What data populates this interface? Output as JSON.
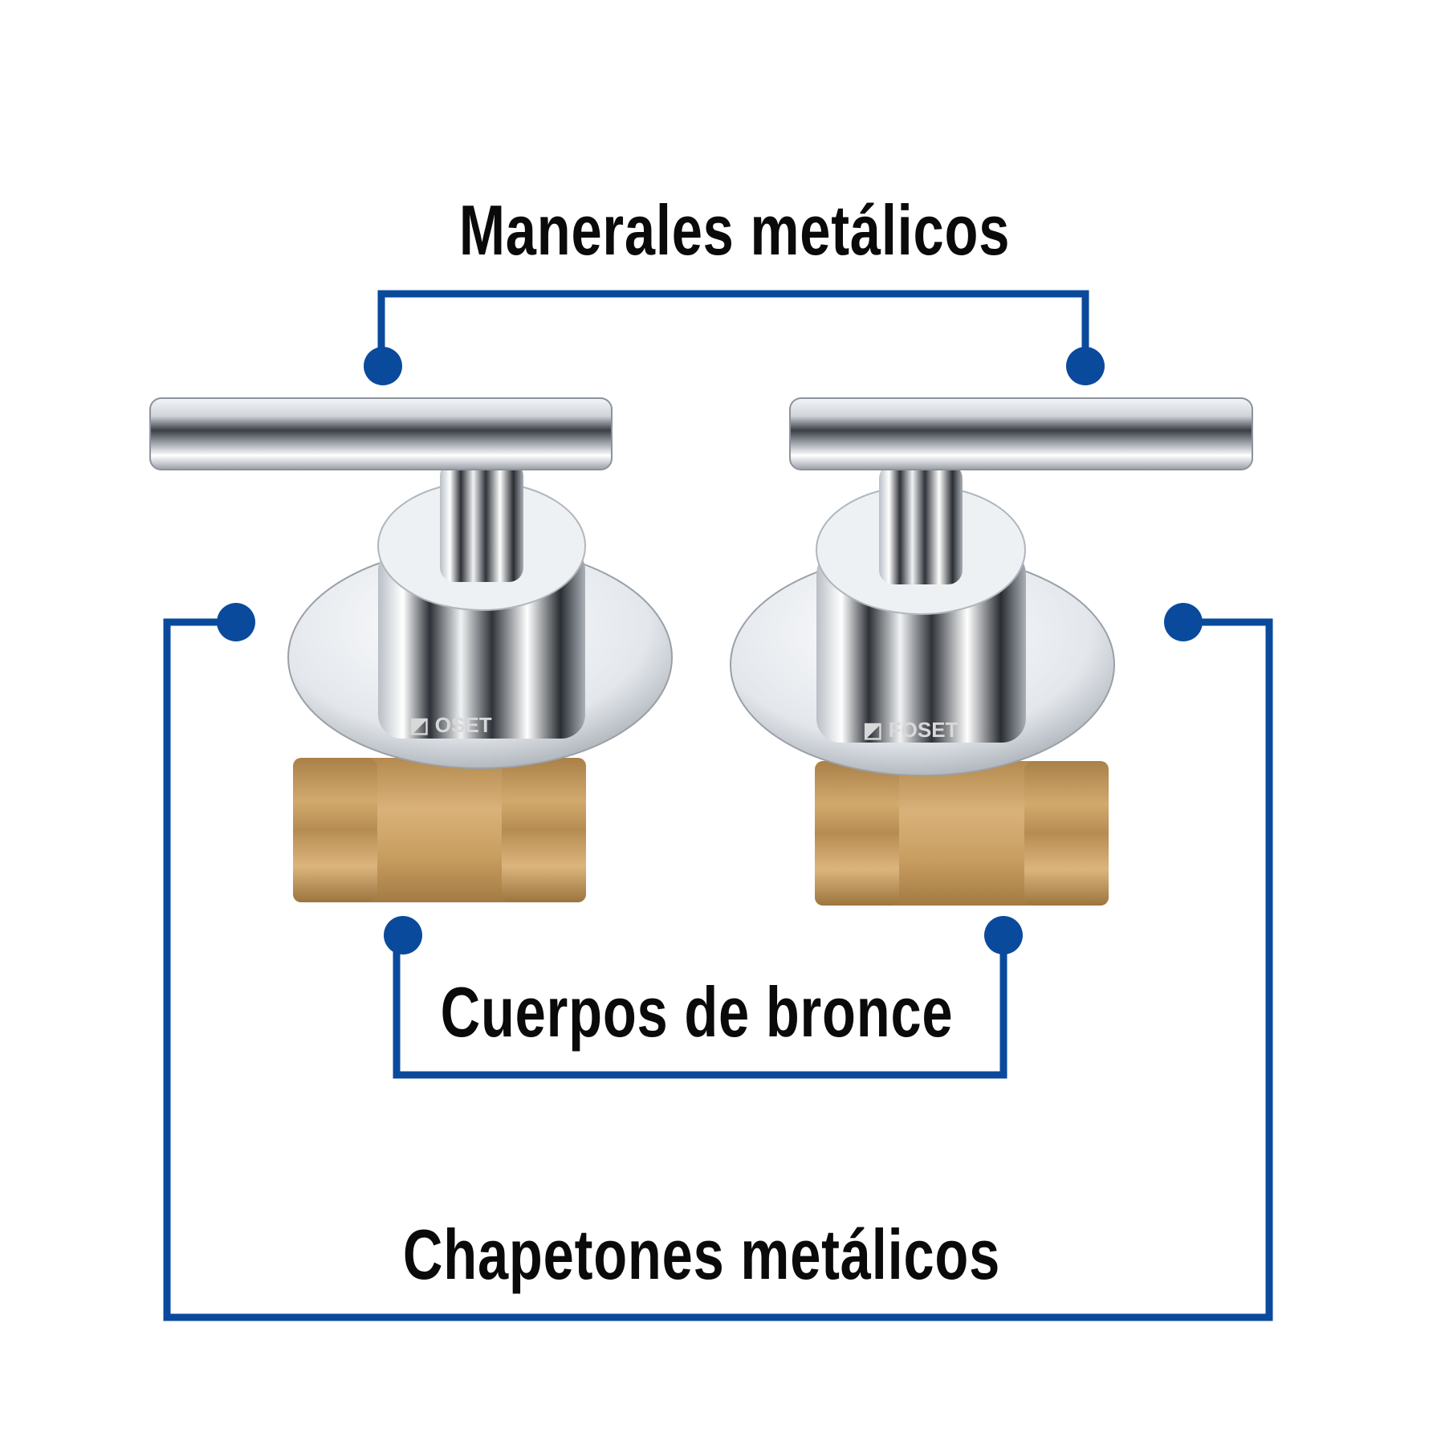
{
  "labels": {
    "handles": "Manerales metálicos",
    "bodies": "Cuerpos de bronce",
    "escutcheons": "Chapetones metálicos"
  },
  "brand_logo": "FOSET",
  "colors": {
    "accent": "#0a4a9c",
    "text": "#0a0a0a",
    "brass": "#c9a063",
    "chrome": "#dfe3e8"
  }
}
